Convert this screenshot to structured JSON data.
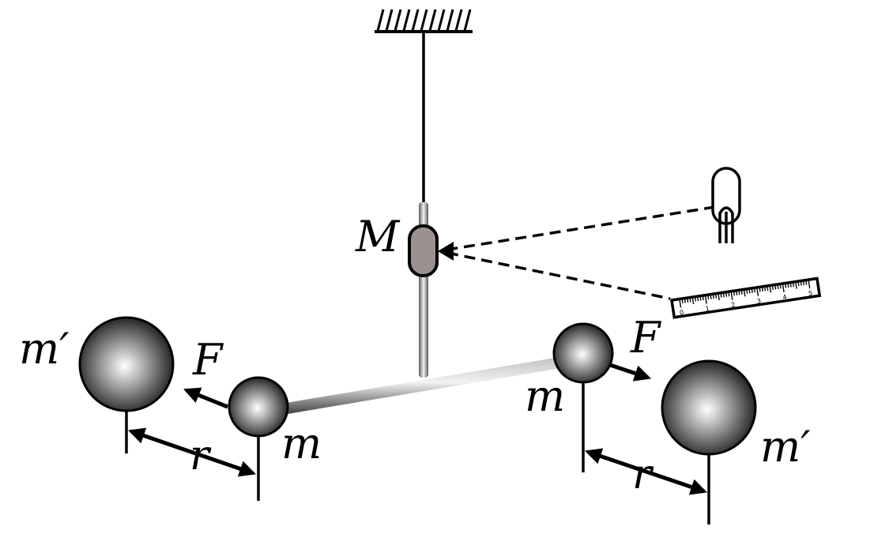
{
  "labels": {
    "mirror_mass": "M",
    "small_mass_left": "m",
    "small_mass_right": "m",
    "large_mass_left": "m′",
    "large_mass_right": "m′",
    "force_left": "F",
    "force_right": "F",
    "distance_left": "r",
    "distance_right": "r"
  },
  "scale": {
    "numbers": [
      "0",
      "1",
      "2",
      "3",
      "4",
      "5"
    ]
  },
  "colors": {
    "ink": "#000000",
    "mirror_fill": "#9a928f",
    "sphere_highlight": "#ffffff",
    "sphere_shadow": "#1a1a1a"
  },
  "icons": {
    "light_source": "lamp-icon",
    "ceiling": "hatched-support-icon"
  }
}
